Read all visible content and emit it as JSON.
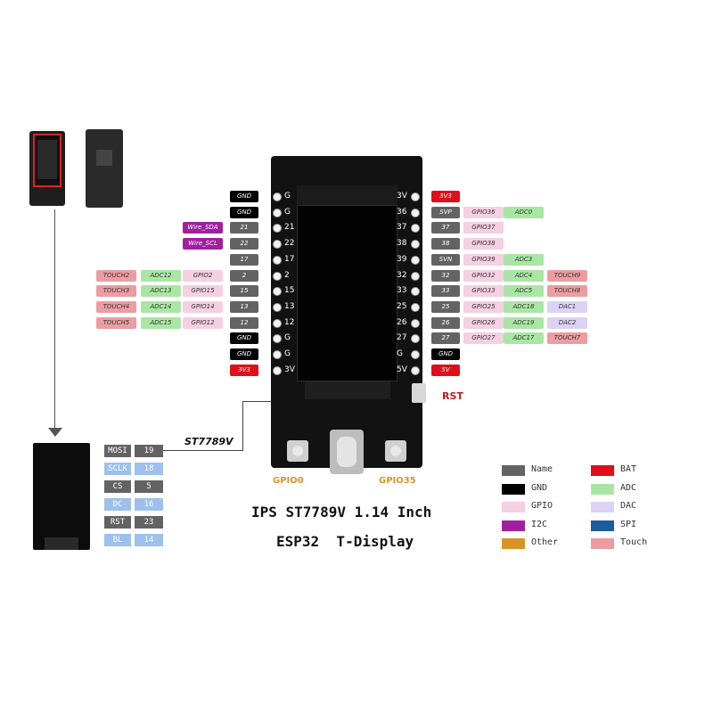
{
  "colors": {
    "name": "#636363",
    "gnd": "#000000",
    "gpio": "#f5cfe2",
    "i2c": "#a020a0",
    "other": "#d99428",
    "bat": "#e0101a",
    "adc": "#a9e6a3",
    "dac": "#dcd2f3",
    "spi": "#1a5b9e",
    "touch": "#eb9da1",
    "lcd_blue": "#9dc0ec"
  },
  "icons": {
    "arrow": "down-arrow-icon",
    "rst_button": "reset-button-icon",
    "usb_port": "usb-c-port-icon"
  },
  "left_pins": [
    {
      "board": "G",
      "tags": [
        {
          "text": "GND",
          "type": "gnd"
        }
      ]
    },
    {
      "board": "G",
      "tags": [
        {
          "text": "GND",
          "type": "gnd"
        }
      ]
    },
    {
      "board": "21",
      "tags": [
        {
          "text": "21",
          "type": "name"
        },
        {
          "text": "Wire_SDA",
          "type": "i2c"
        }
      ]
    },
    {
      "board": "22",
      "tags": [
        {
          "text": "22",
          "type": "name"
        },
        {
          "text": "Wire_SCL",
          "type": "i2c"
        }
      ]
    },
    {
      "board": "17",
      "tags": [
        {
          "text": "17",
          "type": "name"
        }
      ]
    },
    {
      "board": "2",
      "tags": [
        {
          "text": "2",
          "type": "name"
        },
        {
          "text": "GPIO2",
          "type": "gpio"
        },
        {
          "text": "ADC12",
          "type": "adc"
        },
        {
          "text": "TOUCH2",
          "type": "touch"
        }
      ]
    },
    {
      "board": "15",
      "tags": [
        {
          "text": "15",
          "type": "name"
        },
        {
          "text": "GPIO15",
          "type": "gpio"
        },
        {
          "text": "ADC13",
          "type": "adc"
        },
        {
          "text": "TOUCH3",
          "type": "touch"
        }
      ]
    },
    {
      "board": "13",
      "tags": [
        {
          "text": "13",
          "type": "name"
        },
        {
          "text": "GPIO14",
          "type": "gpio"
        },
        {
          "text": "ADC14",
          "type": "adc"
        },
        {
          "text": "TOUCH4",
          "type": "touch"
        }
      ]
    },
    {
      "board": "12",
      "tags": [
        {
          "text": "12",
          "type": "name"
        },
        {
          "text": "GPIO12",
          "type": "gpio"
        },
        {
          "text": "ADC15",
          "type": "adc"
        },
        {
          "text": "TOUCH5",
          "type": "touch"
        }
      ]
    },
    {
      "board": "G",
      "tags": [
        {
          "text": "GND",
          "type": "gnd"
        }
      ]
    },
    {
      "board": "G",
      "tags": [
        {
          "text": "GND",
          "type": "gnd"
        }
      ]
    },
    {
      "board": "3V",
      "tags": [
        {
          "text": "3V3",
          "type": "bat"
        }
      ]
    }
  ],
  "right_pins": [
    {
      "board": "3V",
      "tags": [
        {
          "text": "3V3",
          "type": "bat"
        }
      ]
    },
    {
      "board": "36",
      "tags": [
        {
          "text": "SVP",
          "type": "name"
        },
        {
          "text": "GPIO36",
          "type": "gpio"
        },
        {
          "text": "ADC0",
          "type": "adc"
        }
      ]
    },
    {
      "board": "37",
      "tags": [
        {
          "text": "37",
          "type": "name"
        },
        {
          "text": "GPIO37",
          "type": "gpio"
        }
      ]
    },
    {
      "board": "38",
      "tags": [
        {
          "text": "38",
          "type": "name"
        },
        {
          "text": "GPIO38",
          "type": "gpio"
        }
      ]
    },
    {
      "board": "39",
      "tags": [
        {
          "text": "SVN",
          "type": "name"
        },
        {
          "text": "GPIO39",
          "type": "gpio"
        },
        {
          "text": "ADC3",
          "type": "adc"
        }
      ]
    },
    {
      "board": "32",
      "tags": [
        {
          "text": "32",
          "type": "name"
        },
        {
          "text": "GPIO32",
          "type": "gpio"
        },
        {
          "text": "ADC4",
          "type": "adc"
        },
        {
          "text": "TOUCH9",
          "type": "touch"
        }
      ]
    },
    {
      "board": "33",
      "tags": [
        {
          "text": "33",
          "type": "name"
        },
        {
          "text": "GPIO33",
          "type": "gpio"
        },
        {
          "text": "ADC5",
          "type": "adc"
        },
        {
          "text": "TOUCH8",
          "type": "touch"
        }
      ]
    },
    {
      "board": "25",
      "tags": [
        {
          "text": "25",
          "type": "name"
        },
        {
          "text": "GPIO25",
          "type": "gpio"
        },
        {
          "text": "ADC18",
          "type": "adc"
        },
        {
          "text": "DAC1",
          "type": "dac"
        }
      ]
    },
    {
      "board": "26",
      "tags": [
        {
          "text": "26",
          "type": "name"
        },
        {
          "text": "GPIO26",
          "type": "gpio"
        },
        {
          "text": "ADC19",
          "type": "adc"
        },
        {
          "text": "DAC2",
          "type": "dac"
        }
      ]
    },
    {
      "board": "27",
      "tags": [
        {
          "text": "27",
          "type": "name"
        },
        {
          "text": "GPIO27",
          "type": "gpio"
        },
        {
          "text": "ADC17",
          "type": "adc"
        },
        {
          "text": "TOUCH7",
          "type": "touch"
        }
      ]
    },
    {
      "board": "G",
      "tags": [
        {
          "text": "GND",
          "type": "gnd"
        }
      ]
    },
    {
      "board": "5V",
      "tags": [
        {
          "text": "5V",
          "type": "bat"
        }
      ]
    }
  ],
  "lcd_pins": [
    {
      "name": "MOSI",
      "value": "19",
      "style": "name"
    },
    {
      "name": "SCLK",
      "value": "18",
      "style": "blue"
    },
    {
      "name": "CS",
      "value": "5",
      "style": "name"
    },
    {
      "name": "DC",
      "value": "16",
      "style": "blue"
    },
    {
      "name": "RST",
      "value": "23",
      "style": "name"
    },
    {
      "name": "BL",
      "value": "14",
      "style": "blue"
    }
  ],
  "labels": {
    "rst": "RST",
    "gpio0": "GPIO0",
    "gpio35": "GPIO35",
    "lcd_chip": "ST7789V",
    "title_line1": "IPS ST7789V 1.14 Inch",
    "title_line2": "ESP32  T-Display"
  },
  "legend": [
    {
      "text": "Name",
      "type": "name"
    },
    {
      "text": "GND",
      "type": "gnd"
    },
    {
      "text": "GPIO",
      "type": "gpio"
    },
    {
      "text": "I2C",
      "type": "i2c"
    },
    {
      "text": "Other",
      "type": "other"
    },
    {
      "text": "BAT",
      "type": "bat"
    },
    {
      "text": "ADC",
      "type": "adc"
    },
    {
      "text": "DAC",
      "type": "dac"
    },
    {
      "text": "SPI",
      "type": "spi"
    },
    {
      "text": "Touch",
      "type": "touch"
    }
  ]
}
